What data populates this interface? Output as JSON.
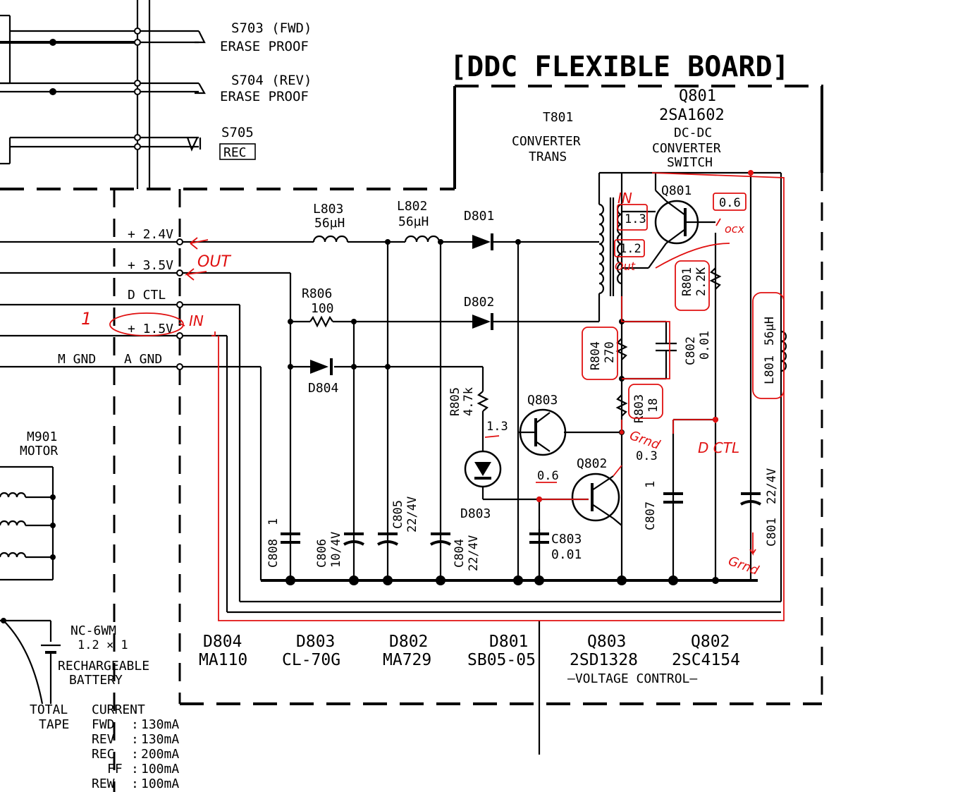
{
  "title": "[DDC FLEXIBLE BOARD]",
  "switches": [
    {
      "ref": "S703 (FWD)",
      "desc": "ERASE PROOF"
    },
    {
      "ref": "S704 (REV)",
      "desc": "ERASE PROOF"
    },
    {
      "ref": "S705",
      "desc": "REC"
    }
  ],
  "connector_labels": [
    "+ 2.4V",
    "+ 3.5V",
    "D CTL",
    "+ 1.5V",
    "M GND",
    "A GND"
  ],
  "components": {
    "q801": {
      "ref": "Q801",
      "part": "2SA1602",
      "func1": "DC-DC",
      "func2": "CONVERTER",
      "func3": "SWITCH"
    },
    "t801": {
      "ref": "T801",
      "func1": "CONVERTER",
      "func2": "TRANS"
    },
    "l803": {
      "ref": "L803",
      "val": "56µH"
    },
    "l802": {
      "ref": "L802",
      "val": "56µH"
    },
    "d801": "D801",
    "d802": "D802",
    "d803": "D803",
    "d804": "D804",
    "r806": {
      "ref": "R806",
      "val": "100"
    },
    "r805": {
      "ref": "R805",
      "val": "4.7k"
    },
    "r801": {
      "ref": "R801",
      "val": "2.2K"
    },
    "r804": {
      "ref": "R804",
      "val": "270"
    },
    "r803": {
      "ref": "R803",
      "val": "18"
    },
    "c802": {
      "ref": "C802",
      "val": "0.01"
    },
    "c803": {
      "ref": "C803",
      "val": "0.01"
    },
    "c808": {
      "ref": "C808",
      "val": "1"
    },
    "c806": {
      "ref": "C806",
      "val": "10/4V"
    },
    "c805": {
      "ref": "C805",
      "val": "22/4V"
    },
    "c804": {
      "ref": "C804",
      "val": "22/4V"
    },
    "c807": {
      "ref": "C807",
      "val": "1"
    },
    "c801": {
      "ref": "C801",
      "val": "22/4V"
    },
    "l801": {
      "ref": "L801",
      "val": "56µH"
    },
    "q803": "Q803",
    "q802": "Q802",
    "q801_body": "Q801"
  },
  "voltages": {
    "q803_base": "1.3",
    "q802_base": "0.6",
    "q802_coll": "0.3",
    "q801_in": "1.3",
    "q801_emit": "1.2",
    "q801_out": "0.6"
  },
  "motor": {
    "ref": "M901",
    "desc": "MOTOR"
  },
  "battery": {
    "ref": "NC-6WM",
    "spec": "1.2 × 1",
    "desc1": "RECHARGEABLE",
    "desc2": "BATTERY"
  },
  "parts_list": [
    {
      "ref": "D804",
      "part": "MA110"
    },
    {
      "ref": "D803",
      "part": "CL-70G"
    },
    {
      "ref": "D802",
      "part": "MA729"
    },
    {
      "ref": "D801",
      "part": "SB05-05"
    },
    {
      "ref": "Q803",
      "part": "2SD1328"
    },
    {
      "ref": "Q802",
      "part": "2SC4154"
    }
  ],
  "voltage_control": "—VOLTAGE CONTROL—",
  "current_table": {
    "title1": "TOTAL",
    "title2": "CURRENT",
    "title3": "TAPE",
    "rows": [
      {
        "mode": "FWD",
        "value": "130mA"
      },
      {
        "mode": "REV",
        "value": "130mA"
      },
      {
        "mode": "REC",
        "value": "200mA"
      },
      {
        "mode": "FF",
        "value": "100mA"
      },
      {
        "mode": "REW",
        "value": "100mA"
      }
    ]
  },
  "annotations": {
    "one": "1",
    "in_left": "IN",
    "out_left": "OUT",
    "in_q801": "IN",
    "out_q801": "Out",
    "ocx": "ocx",
    "grnd1": "Grnd",
    "dctl": "D CTL",
    "grnd2": "Grnd"
  },
  "colors": {
    "ink": "#000000",
    "annotation": "#e01010",
    "paper": "#ffffff"
  }
}
